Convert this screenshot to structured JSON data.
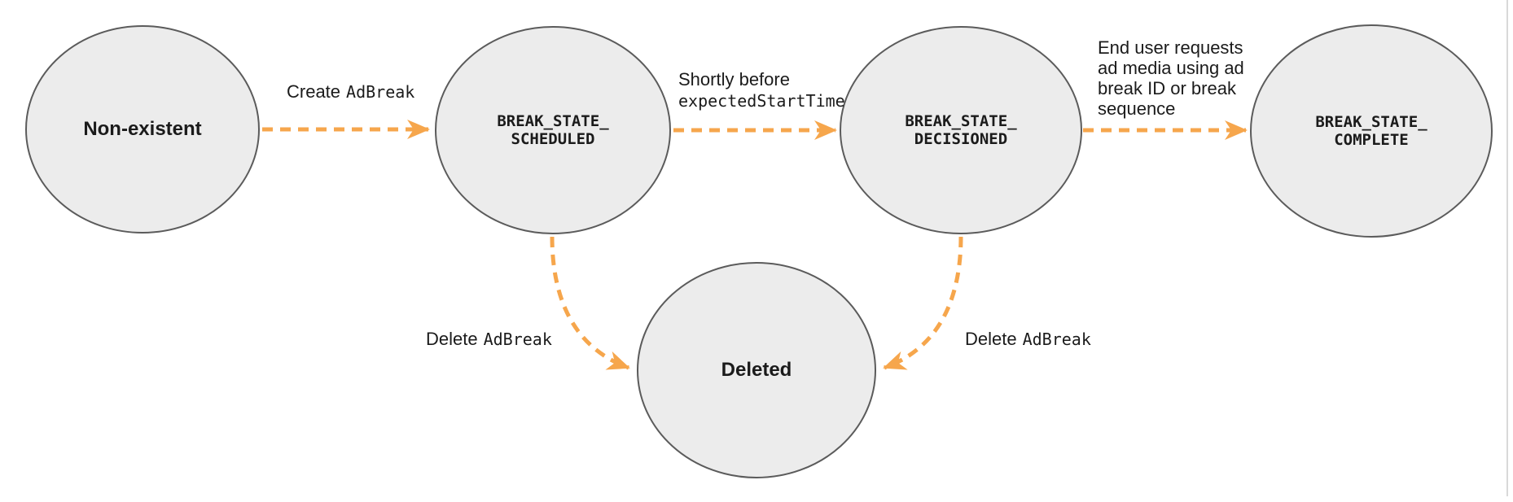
{
  "colors": {
    "accent": "#F6A64C",
    "node_fill": "#ECECEC",
    "node_stroke": "#5B5B5B",
    "text": "#1B1B1B",
    "divider": "#D9D9D9"
  },
  "nodes": [
    {
      "id": "non-existent",
      "label": "Non-existent",
      "style": "sans"
    },
    {
      "id": "break-state-scheduled",
      "line1": "BREAK_STATE_",
      "line2": "SCHEDULED",
      "style": "mono"
    },
    {
      "id": "break-state-decisioned",
      "line1": "BREAK_STATE_",
      "line2": "DECISIONED",
      "style": "mono"
    },
    {
      "id": "break-state-complete",
      "line1": "BREAK_STATE_",
      "line2": "COMPLETE",
      "style": "mono"
    },
    {
      "id": "deleted",
      "label": "Deleted",
      "style": "sans"
    }
  ],
  "edges": [
    {
      "from": "non-existent",
      "to": "break-state-scheduled",
      "label_text": "Create",
      "label_code": "AdBreak"
    },
    {
      "from": "break-state-scheduled",
      "to": "break-state-decisioned",
      "label_text": "Shortly before",
      "label_code": "expectedStartTime"
    },
    {
      "from": "break-state-decisioned",
      "to": "break-state-complete",
      "label_lines": [
        "End user requests",
        "ad media using ad",
        "break ID or break",
        "sequence"
      ]
    },
    {
      "from": "break-state-scheduled",
      "to": "deleted",
      "label_text": "Delete",
      "label_code": "AdBreak"
    },
    {
      "from": "break-state-decisioned",
      "to": "deleted",
      "label_text": "Delete",
      "label_code": "AdBreak"
    }
  ]
}
